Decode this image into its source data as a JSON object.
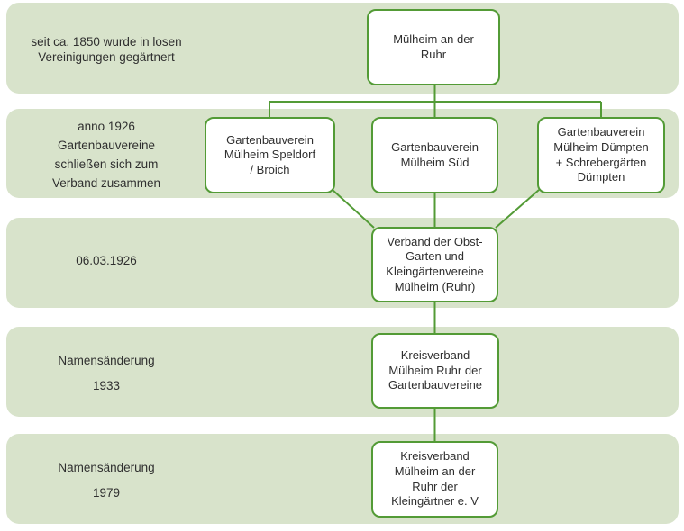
{
  "colors": {
    "band_bg": "#d8e3cb",
    "line_green": "#539b36",
    "box_bg": "#ffffff",
    "text": "#2f2f2f",
    "page_bg": "#ffffff"
  },
  "diagram": {
    "rows": [
      {
        "label": "seit ca. 1850 wurde in losen\nVereinigungen gegärtnert",
        "boxes": [
          {
            "label": "Mülheim an der\nRuhr"
          }
        ]
      },
      {
        "label": "anno 1926\nGartenbauvereine\nschließen sich zum\nVerband zusammen",
        "boxes": [
          {
            "label": "Gartenbauverein\nMülheim Speldorf\n/ Broich"
          },
          {
            "label": "Gartenbauverein\nMülheim Süd"
          },
          {
            "label": "Gartenbauverein\nMülheim Dümpten\n+ Schrebergärten\nDümpten"
          }
        ]
      },
      {
        "label": "06.03.1926",
        "boxes": [
          {
            "label": "Verband der Obst-\nGarten und\nKleingärtenvereine\nMülheim (Ruhr)"
          }
        ]
      },
      {
        "label": "Namensänderung\n1933",
        "boxes": [
          {
            "label": "Kreisverband\nMülheim Ruhr der\nGartenbauvereine"
          }
        ]
      },
      {
        "label": "Namensänderung\n1979",
        "boxes": [
          {
            "label": "Kreisverband\nMülheim an der\nRuhr der\nKleingärtner e. V"
          }
        ]
      }
    ]
  }
}
